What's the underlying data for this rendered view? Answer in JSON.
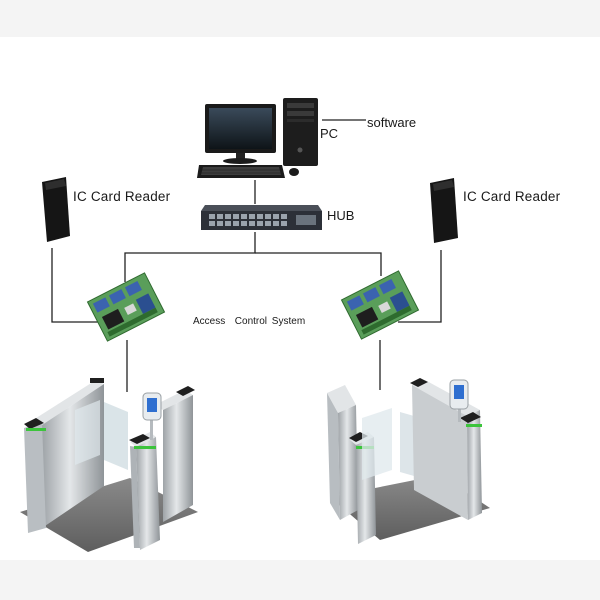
{
  "labels": {
    "software": "software",
    "pc": "PC",
    "hub": "HUB",
    "card_reader_left": "IC Card Reader",
    "card_reader_right": "IC Card Reader",
    "access_control": "Access  Control System"
  },
  "colors": {
    "line": "#222222",
    "reader_body": "#1c1c1c",
    "board_green": "#5aa05a",
    "board_blue": "#3b63b0",
    "steel": "#c8cccf",
    "glass": "#d8e2e6",
    "floor": "#6d6d6d",
    "led_green": "#3cc43c"
  },
  "icons": [
    "pc-monitor-icon",
    "pc-tower-icon",
    "keyboard-icon",
    "mouse-icon",
    "hub-switch-icon",
    "card-reader-icon",
    "controller-board-icon",
    "turnstile-gate-icon"
  ]
}
